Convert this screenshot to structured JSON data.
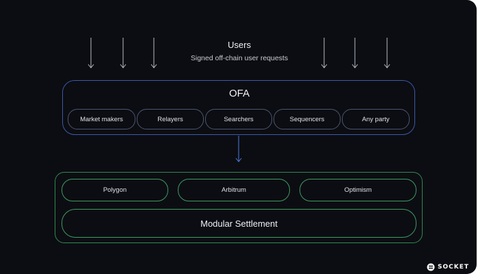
{
  "users": {
    "title": "Users",
    "subtitle": "Signed off-chain user requests"
  },
  "ofa": {
    "title": "OFA",
    "parties": [
      "Market makers",
      "Relayers",
      "Searchers",
      "Sequencers",
      "Any party"
    ]
  },
  "settlement": {
    "chains": [
      "Polygon",
      "Arbitrum",
      "Optimism"
    ],
    "title": "Modular Settlement"
  },
  "brand": {
    "logo_text": "SOCKET",
    "logo_icon": "socket-logo-icon"
  },
  "colors": {
    "background": "#0c0d12",
    "ofa_border": "#3b5aa8",
    "settlement_border": "#2f8a52",
    "arrow_blue": "#4f7be0",
    "arrow_gray": "#b8bcc6"
  }
}
